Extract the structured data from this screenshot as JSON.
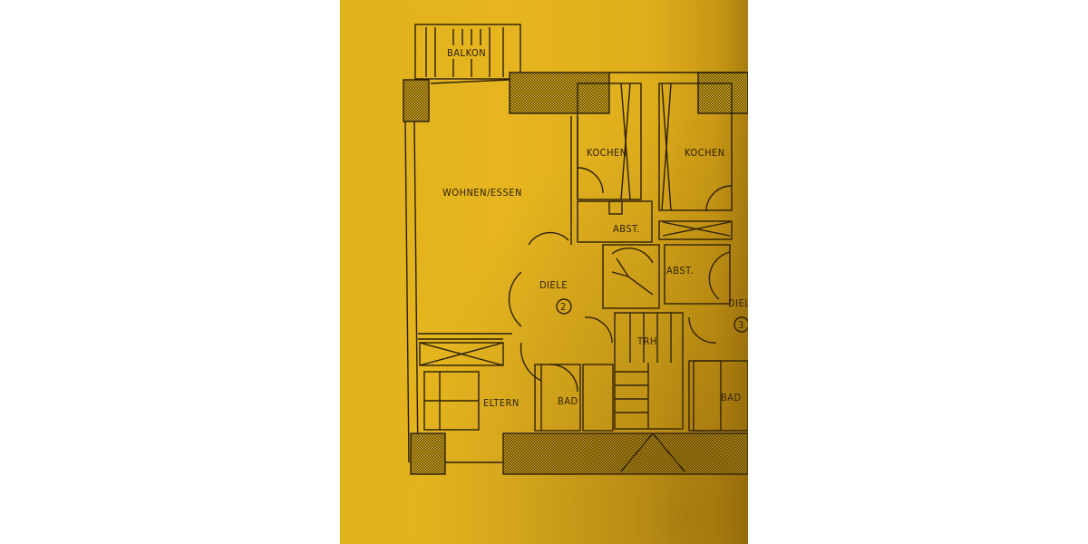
{
  "document": {
    "type": "floor-plan-scan",
    "paper_color": "#e4b41e",
    "ink_color": "#2a1e08"
  },
  "rooms": {
    "balkon": "BALKON",
    "wohnen_essen": "WOHNEN/ESSEN",
    "kochen_left": "KOCHEN",
    "kochen_right": "KOCHEN",
    "abst_left": "ABST.",
    "abst_right": "ABST.",
    "diele_2": "DIELE",
    "diele_3": "DIEL",
    "trh": "TRH",
    "eltern": "ELTERN",
    "bad_left": "BAD",
    "bad_right": "BAD"
  },
  "unit_markers": {
    "unit_2": "2",
    "unit_3": "3"
  }
}
